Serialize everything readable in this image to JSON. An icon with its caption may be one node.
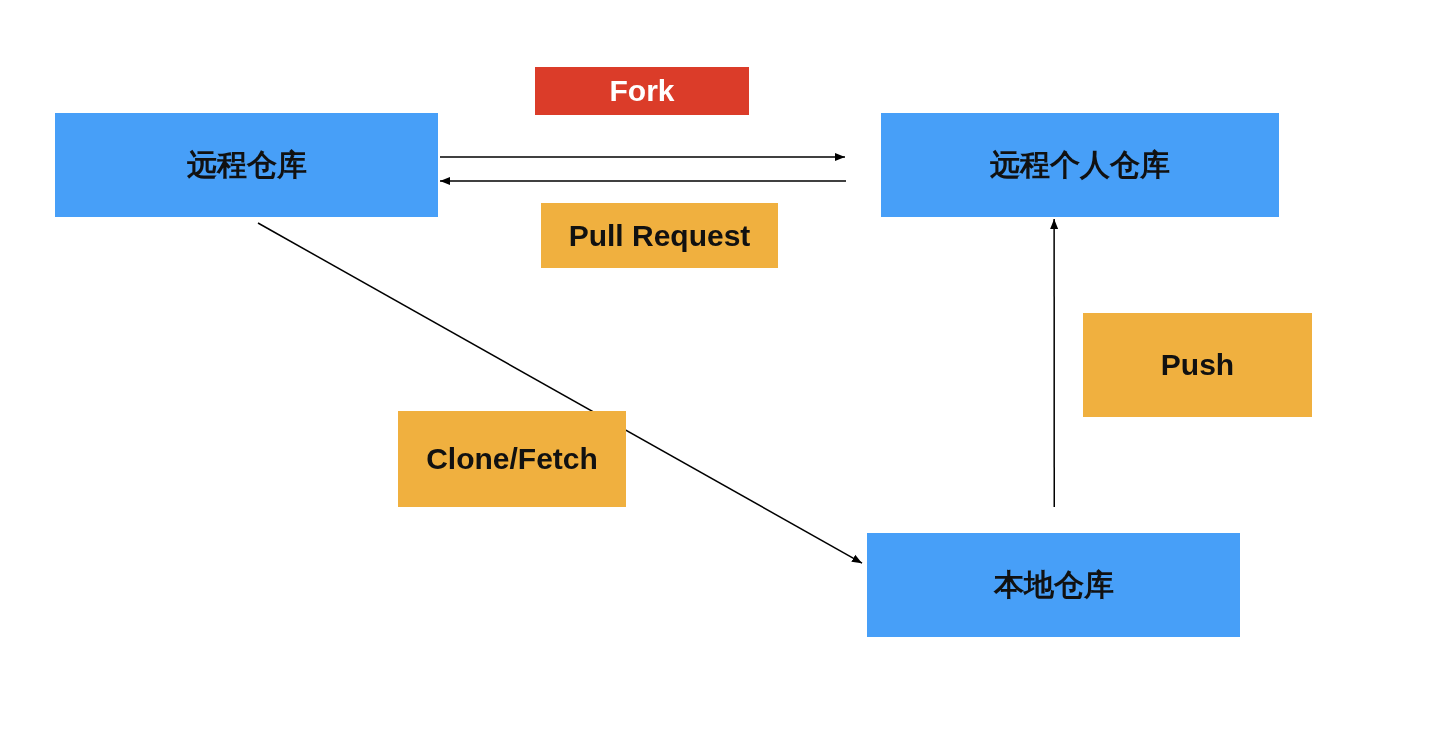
{
  "diagram": {
    "nodes": [
      {
        "text": [
          "远程仓库"
        ]
      },
      {
        "text": [
          "远程个人仓库"
        ]
      },
      {
        "text": [
          "本地仓库"
        ]
      }
    ],
    "edges": [
      {
        "from": 0,
        "to": 1,
        "arrow": "to",
        "label": "Fork"
      },
      {
        "from": 1,
        "to": 0,
        "arrow": "to",
        "label": "Pull Request"
      },
      {
        "from": 0,
        "to": 2,
        "arrow": "to",
        "label": "Clone/Fetch"
      },
      {
        "from": 2,
        "to": 1,
        "arrow": "to",
        "label": "Push"
      }
    ]
  }
}
